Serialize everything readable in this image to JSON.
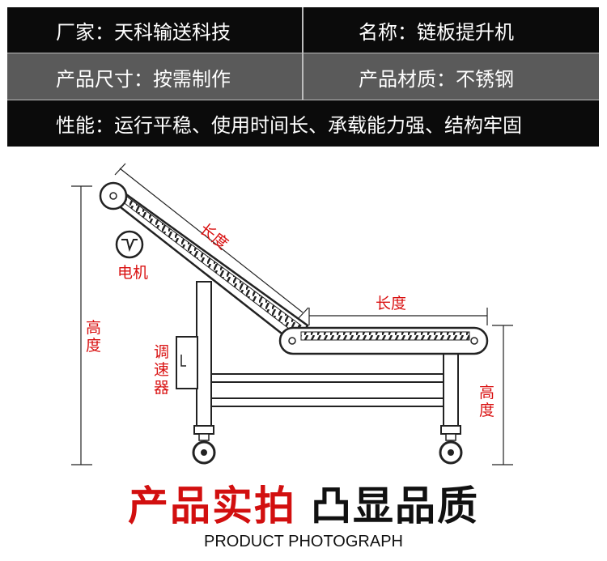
{
  "specs": {
    "manufacturer": "厂家：天科输送科技",
    "name": "名称：链板提升机",
    "size": "产品尺寸：按需制作",
    "material": "产品材质：不锈钢",
    "performance": "性能：运行平稳、使用时间长、承载能力强、结构牢固"
  },
  "diagram": {
    "length_incline": "长度",
    "length_flat": "长度",
    "motor": "电机",
    "height_left": "高度",
    "height_right": "高度",
    "controller": "调速器"
  },
  "footer": {
    "headline_red": "产品实拍",
    "headline_black": "凸显品质",
    "subtitle": "PRODUCT PHOTOGRAPH"
  },
  "colors": {
    "accent_red": "#d20f0f",
    "row_dark": "#0b0b0b",
    "row_grey": "#5a5a5a"
  }
}
